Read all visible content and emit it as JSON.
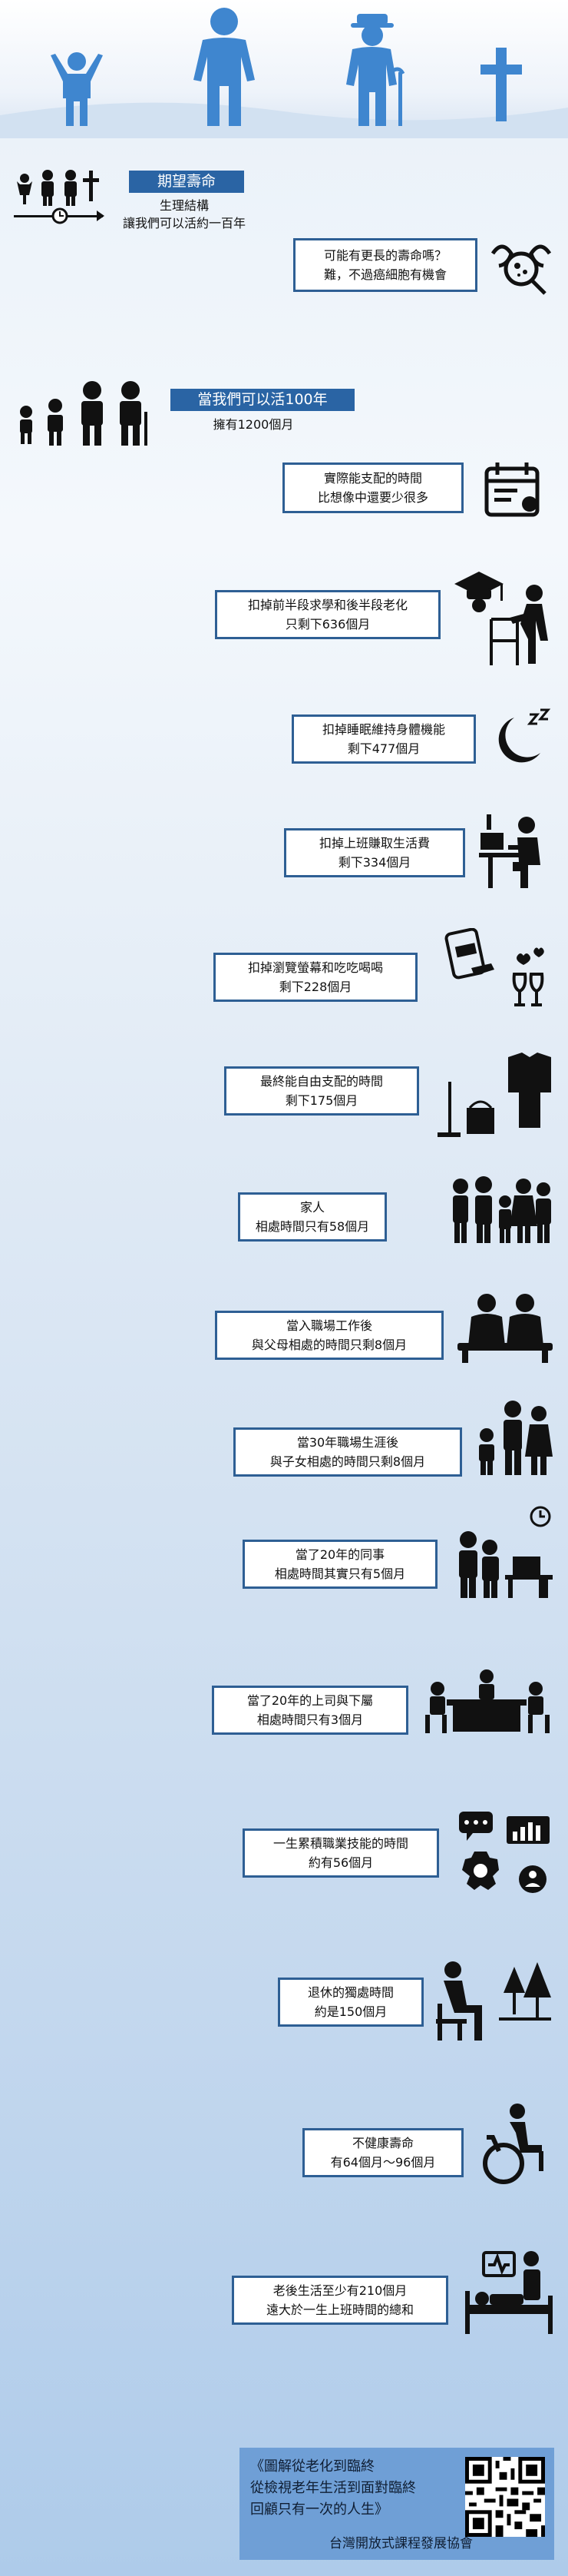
{
  "intro": {
    "title": "期望壽命",
    "line1": "生理結構",
    "line2": "讓我們可以活約一百年"
  },
  "possible": {
    "line1": "可能有更長的壽命嗎？",
    "line2": "難，不過癌細胞有機會"
  },
  "hundred": {
    "title": "當我們可以活100年",
    "line1": "擁有1200個月"
  },
  "items": [
    {
      "line1": "實際能支配的時間",
      "line2": "比想像中還要少很多"
    },
    {
      "line1": "扣掉前半段求學和後半段老化",
      "line2": "只剩下636個月"
    },
    {
      "line1": "扣掉睡眠維持身體機能",
      "line2": "剩下477個月"
    },
    {
      "line1": "扣掉上班賺取生活費",
      "line2": "剩下334個月"
    },
    {
      "line1": "扣掉瀏覽螢幕和吃吃喝喝",
      "line2": "剩下228個月"
    },
    {
      "line1": "最終能自由支配的時間",
      "line2": "剩下175個月"
    },
    {
      "line1": "家人",
      "line2": "相處時間只有58個月"
    },
    {
      "line1": "當入職場工作後",
      "line2": "與父母相處的時間只剩8個月"
    },
    {
      "line1": "當30年職場生涯後",
      "line2": "與子女相處的時間只剩8個月"
    },
    {
      "line1": "當了20年的同事",
      "line2": "相處時間其實只有5個月"
    },
    {
      "line1": "當了20年的上司與下屬",
      "line2": "相處時間只有3個月"
    },
    {
      "line1": "一生累積職業技能的時間",
      "line2": "約有56個月"
    },
    {
      "line1": "退休的獨處時間",
      "line2": "約是150個月"
    },
    {
      "line1": "不健康壽命",
      "line2": "有64個月～96個月"
    },
    {
      "line1": "老後生活至少有210個月",
      "line2": "遠大於一生上班時間的總和"
    }
  ],
  "footer": {
    "line1": "《圖解從老化到臨終",
    "line2": "從檢視老年生活到面對臨終",
    "line3": "回顧只有一次的人生》",
    "org": "台灣開放式課程發展協會"
  },
  "colors": {
    "accent": "#2a64a4",
    "hero": "#3f86cf",
    "border": "#2e5f94"
  }
}
